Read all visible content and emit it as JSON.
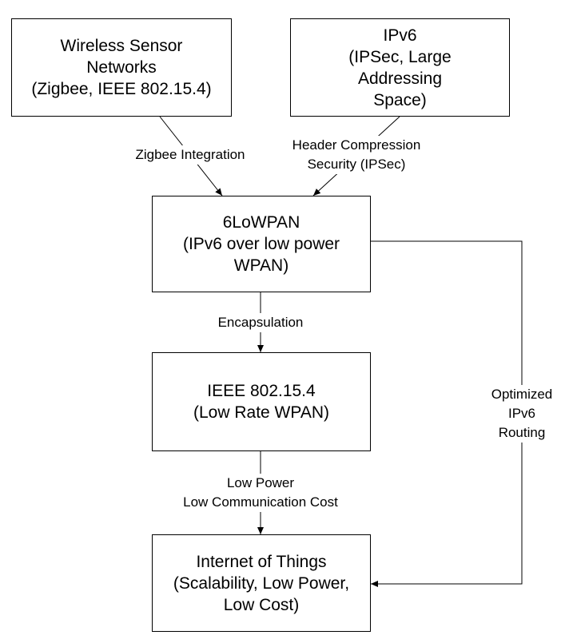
{
  "nodes": {
    "wsn": {
      "text": "Wireless Sensor\nNetworks\n(Zigbee, IEEE 802.15.4)"
    },
    "ipv6": {
      "text": "IPv6\n(IPSec, Large\nAddressing\nSpace)"
    },
    "lowpan": {
      "text": "6LoWPAN\n(IPv6 over low power\nWPAN)"
    },
    "ieee": {
      "text": "IEEE 802.15.4\n(Low Rate WPAN)"
    },
    "iot": {
      "text": "Internet of Things\n(Scalability, Low Power,\nLow Cost)"
    }
  },
  "edges": {
    "zigbee": {
      "label": "Zigbee Integration"
    },
    "header": {
      "label": "Header Compression\nSecurity (IPSec)"
    },
    "encap": {
      "label": "Encapsulation"
    },
    "lowpower": {
      "label": "Low Power\nLow Communication Cost"
    },
    "routing": {
      "label": "Optimized\nIPv6\nRouting"
    }
  }
}
